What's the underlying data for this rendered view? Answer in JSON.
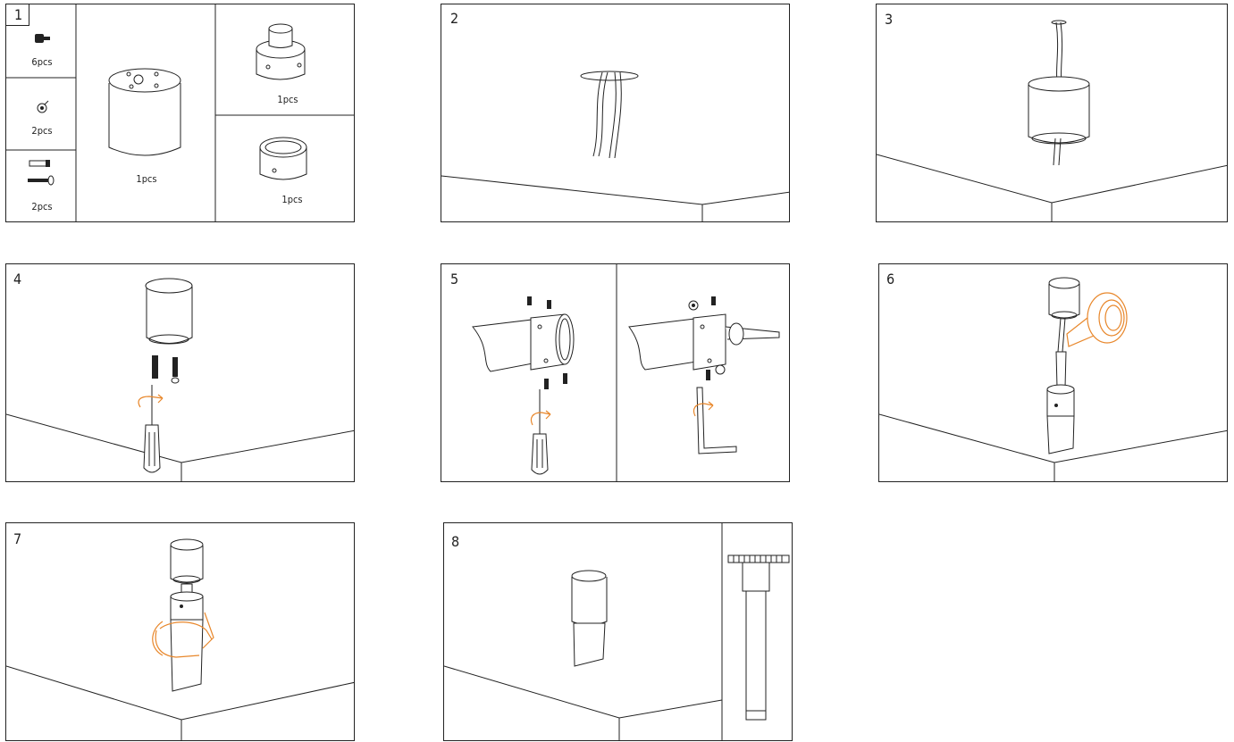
{
  "steps": [
    {
      "number": "1"
    },
    {
      "number": "2"
    },
    {
      "number": "3"
    },
    {
      "number": "4"
    },
    {
      "number": "5"
    },
    {
      "number": "6"
    },
    {
      "number": "7"
    },
    {
      "number": "8"
    }
  ],
  "parts": {
    "screw_small_qty": "6pcs",
    "grub_screw_qty": "2pcs",
    "anchor_screw_qty": "2pcs",
    "canopy_qty": "1pcs",
    "top_connector_qty": "1pcs",
    "bottom_connector_qty": "1pcs"
  },
  "colors": {
    "line": "#222222",
    "accent": "#e8872b"
  }
}
